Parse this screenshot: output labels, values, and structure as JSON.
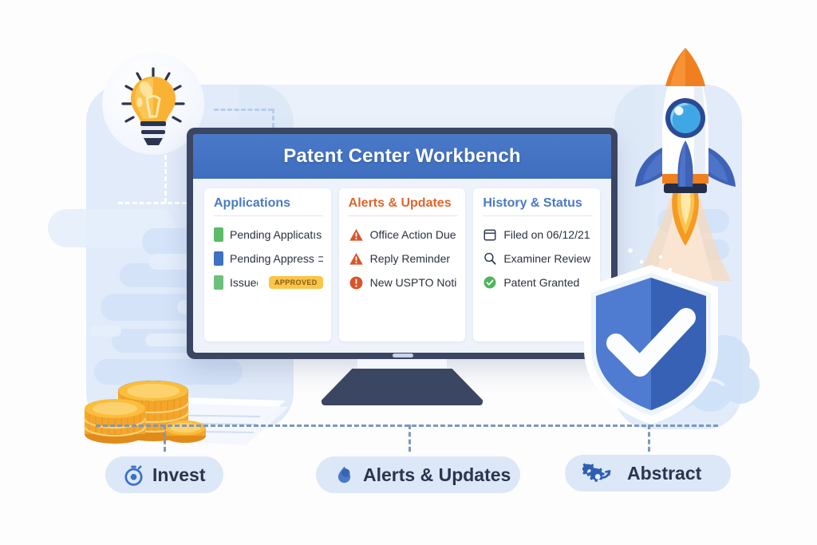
{
  "window": {
    "title": "Patent Center Workbench"
  },
  "colors": {
    "header_blue": "#3f6ebf",
    "bezel_navy": "#3b4663",
    "screen_bg": "#eef3fb",
    "card_white": "#ffffff",
    "accent_orange": "#e0652c",
    "accent_blue": "#4a7ac4",
    "badge_yellow": "#fbc54a",
    "swatch_green": "#5eb96a",
    "swatch_blue": "#3e72c0",
    "granted_green": "#52b45e",
    "panel_bg": "#dce8f8",
    "page_bg": "#fdfdfe"
  },
  "cards": [
    {
      "heading": "Applications",
      "accent": "blue",
      "items": [
        {
          "icon": "green-square-swatch",
          "label": "Pending Applicatıs",
          "badge": null
        },
        {
          "icon": "blue-square-swatch",
          "label": "Pending Appress ⊃",
          "badge": null
        },
        {
          "icon": "green-square-swatch",
          "label": "Issued",
          "badge": "APPROVED"
        }
      ]
    },
    {
      "heading": "Alerts & Updates",
      "accent": "orange",
      "items": [
        {
          "icon": "warning-triangle-icon",
          "label": "Office Action Due",
          "badge": null
        },
        {
          "icon": "warning-triangle-icon",
          "label": "Reply Reminder",
          "badge": null
        },
        {
          "icon": "alert-circle-icon",
          "label": "New USPTO Notice",
          "badge": null
        }
      ]
    },
    {
      "heading": "History & Status",
      "accent": "blue",
      "items": [
        {
          "icon": "calendar-icon",
          "label": "Filed on 06/12/21",
          "badge": null
        },
        {
          "icon": "magnifier-icon",
          "label": "Examiner Review",
          "badge": null
        },
        {
          "icon": "check-circle-icon",
          "label": "Patent Granted",
          "badge": null
        }
      ]
    }
  ],
  "pills": [
    {
      "id": "invest",
      "icon": "stopwatch-icon",
      "label": "Invest"
    },
    {
      "id": "alerts",
      "icon": "bell-drop-icon",
      "label": "Alerts & Updates"
    },
    {
      "id": "abstract",
      "icon": "gears-arrow-icon",
      "label": "Abstract"
    }
  ],
  "illustration": {
    "lightbulb": "lightbulb-icon",
    "rocket": "rocket-icon",
    "shield": "shield-check-icon",
    "coins": "coin-stack-icon",
    "papers": "documents-icon"
  }
}
